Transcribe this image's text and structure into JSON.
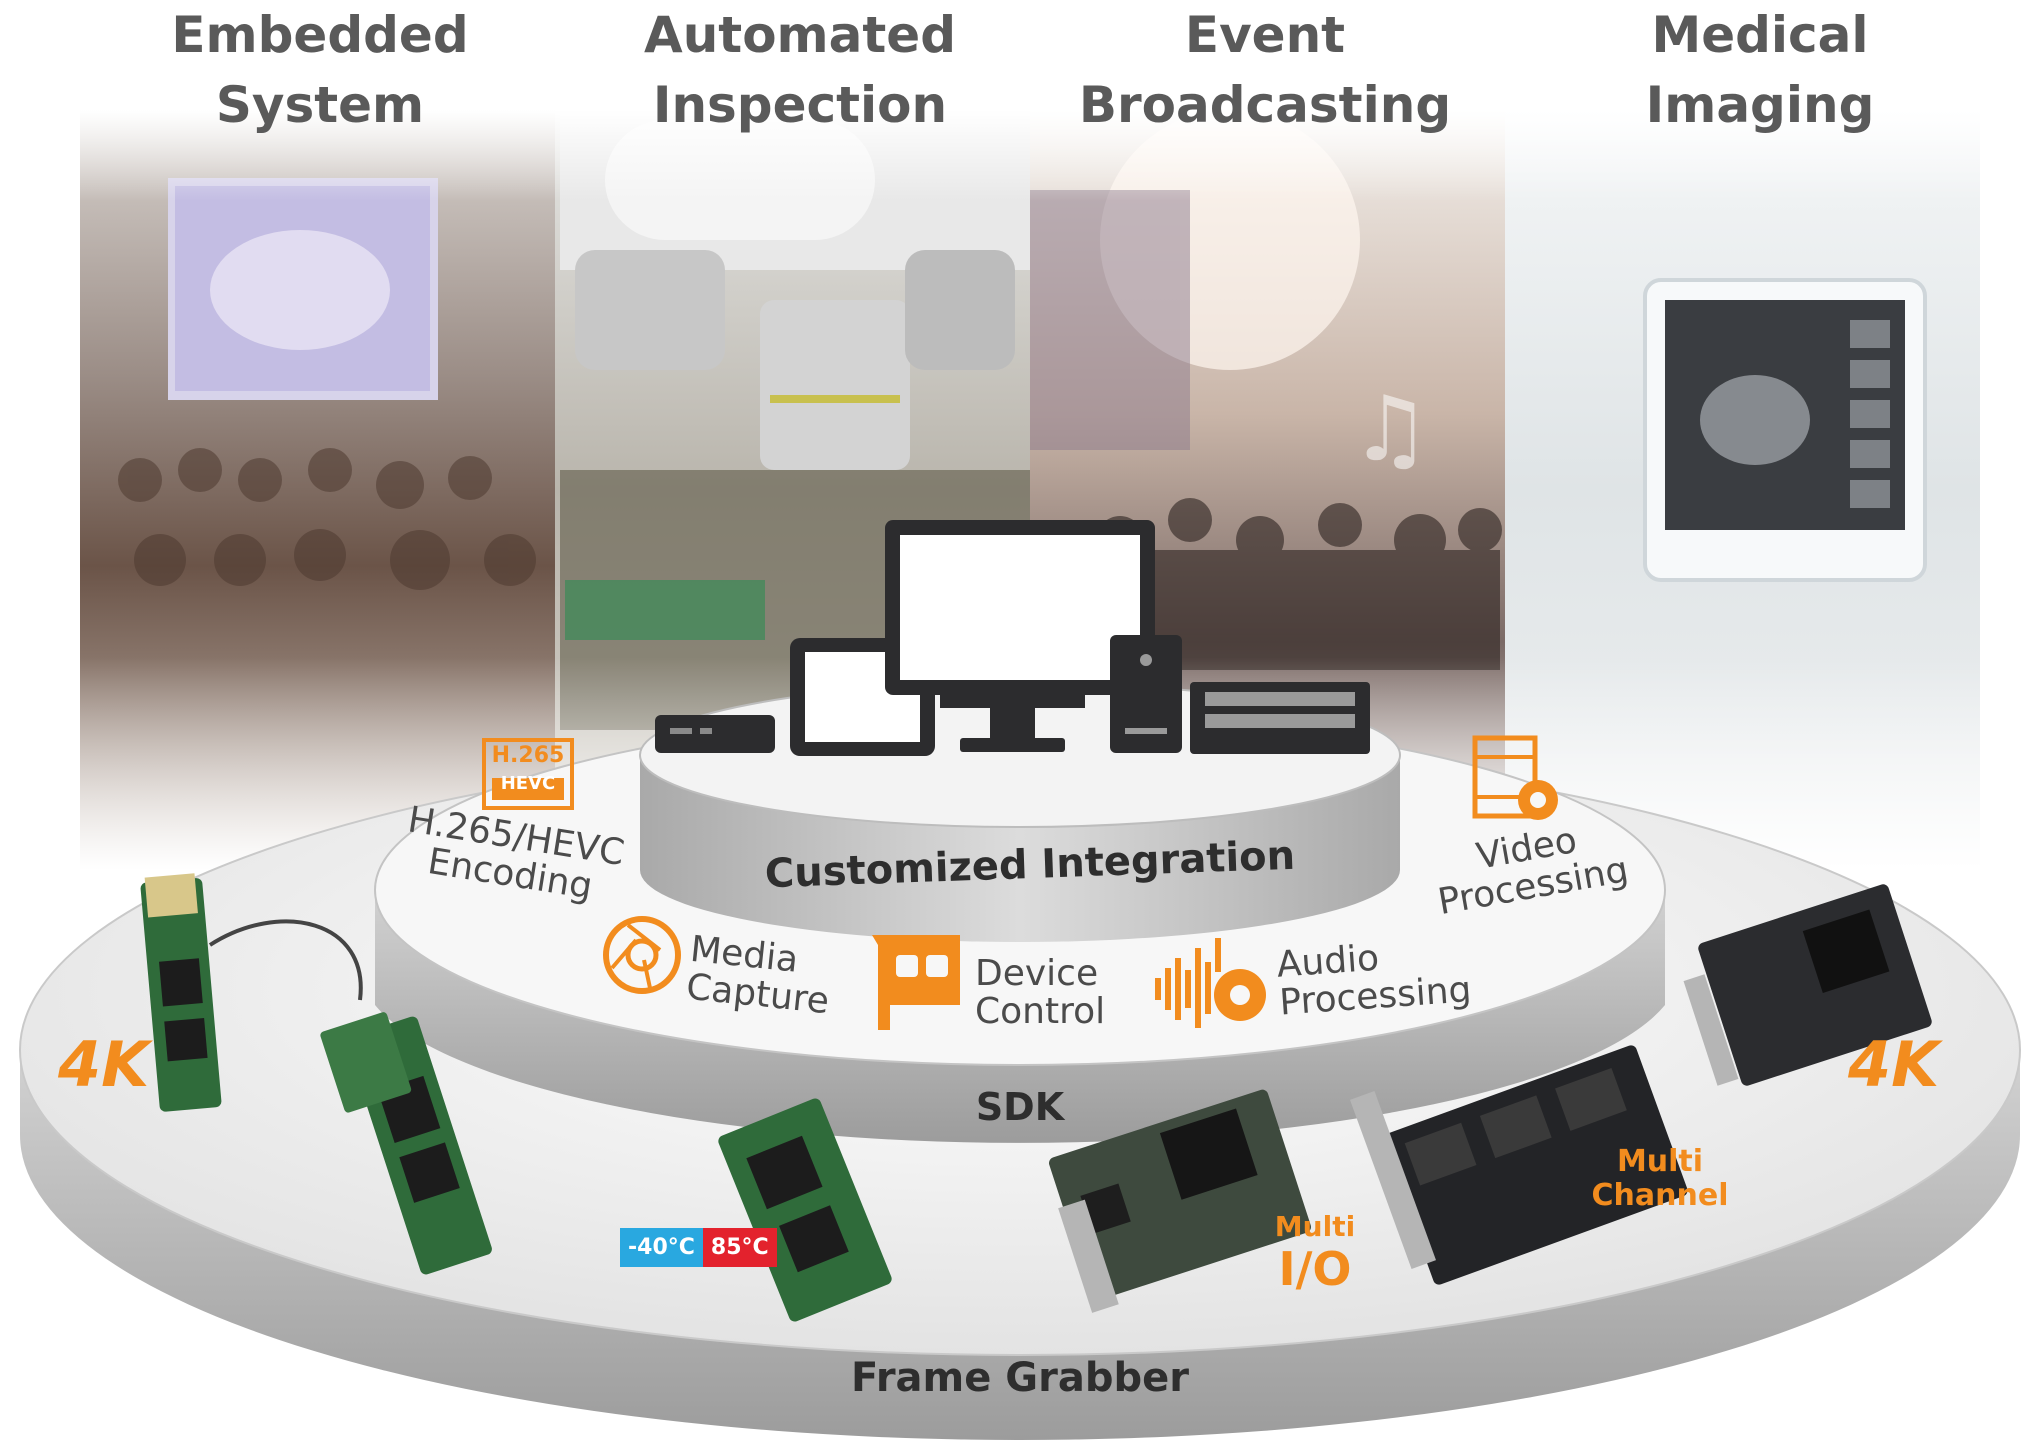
{
  "categories": [
    {
      "line1": "Embedded",
      "line2": "System"
    },
    {
      "line1": "Automated",
      "line2": "Inspection"
    },
    {
      "line1": "Event",
      "line2": "Broadcasting"
    },
    {
      "line1": "Medical",
      "line2": "Imaging"
    }
  ],
  "tiers": {
    "top": "Customized Integration",
    "middle": "SDK",
    "bottom": "Frame Grabber"
  },
  "sdk_features": {
    "hevc_badge_line1": "H.265",
    "hevc_badge_line2": "HEVC",
    "hevc_line1": "H.265/HEVC",
    "hevc_line2": "Encoding",
    "video_line1": "Video",
    "video_line2": "Processing",
    "media_line1": "Media",
    "media_line2": "Capture",
    "device_line1": "Device",
    "device_line2": "Control",
    "audio_line1": "Audio",
    "audio_line2": "Processing"
  },
  "frame_grabber": {
    "badge_4k_left": "4K",
    "badge_4k_right": "4K",
    "temp_low": "-40°C",
    "temp_high": "85°C",
    "multi_io_line1": "Multi",
    "multi_io_line2": "I/O",
    "multi_channel_line1": "Multi",
    "multi_channel_line2": "Channel"
  },
  "colors": {
    "accent_orange": "#f28c1e",
    "temp_cold": "#29a8e0",
    "temp_hot": "#e3222d",
    "pcb_green": "#2f6b3a",
    "pcb_black": "#232427"
  }
}
